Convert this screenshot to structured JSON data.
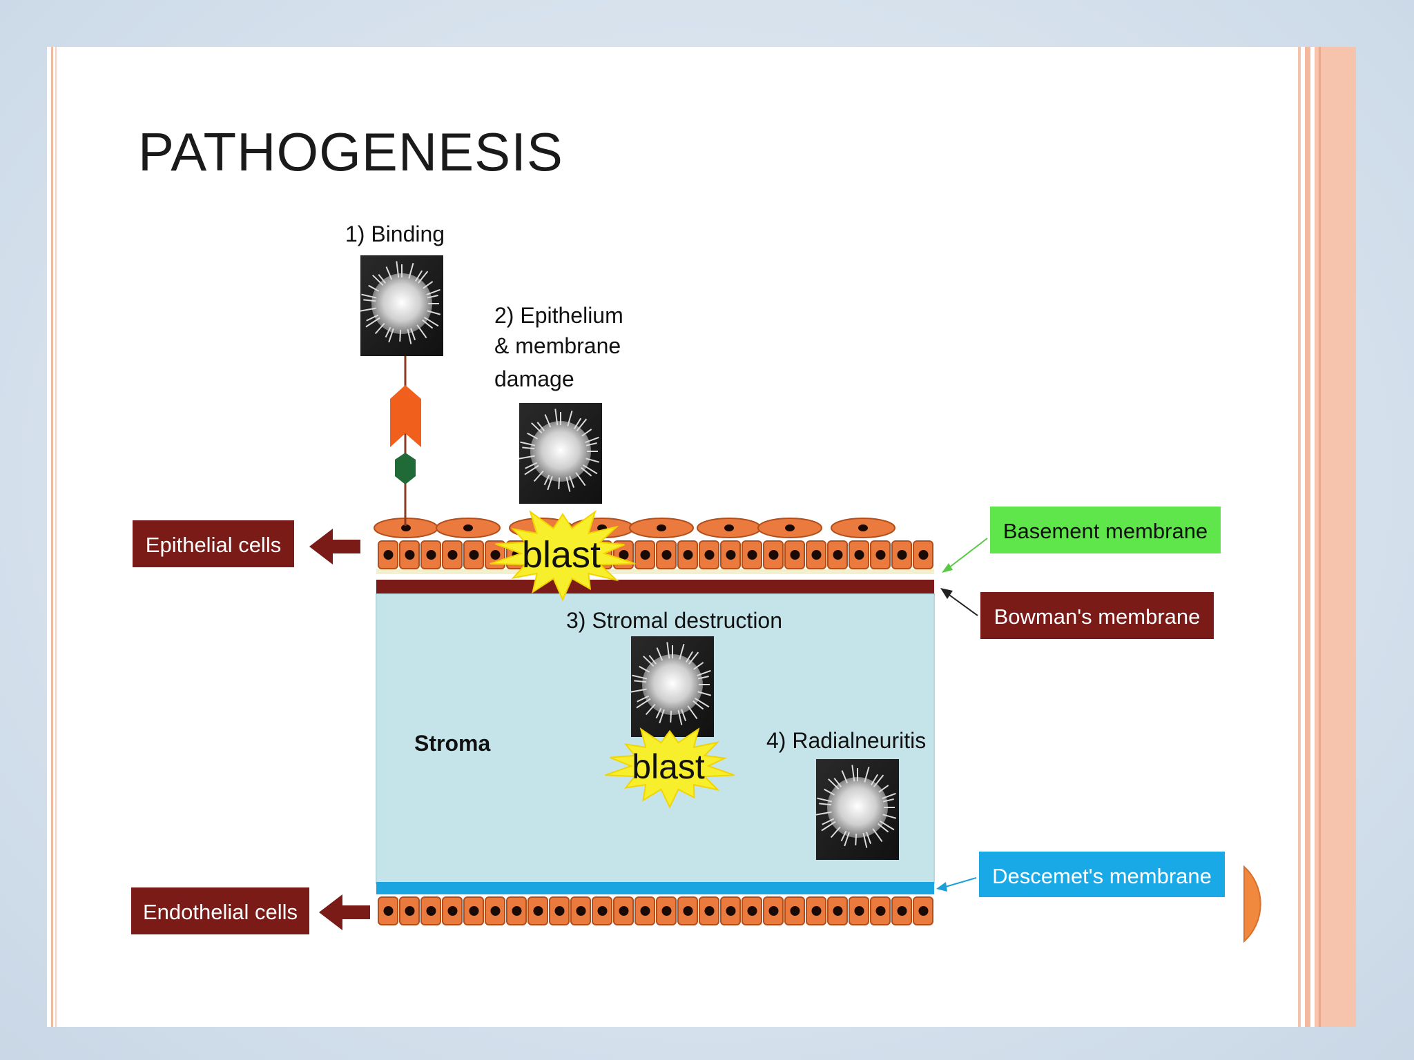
{
  "slide": {
    "title": "PATHOGENESIS"
  },
  "steps": {
    "binding": "1) Binding",
    "damage_line1": "2) Epithelium",
    "damage_line2": "& membrane",
    "damage_line3": "damage",
    "stromal": "3) Stromal destruction",
    "neuritis": "4) Radialneuritis"
  },
  "blast_labels": {
    "top": "blast",
    "stroma": "blast"
  },
  "layers": {
    "stroma": "Stroma",
    "epithelial": "Epithelial cells",
    "endothelial": "Endothelial cells",
    "basement": "Basement membrane",
    "bowman": "Bowman's membrane",
    "descemet": "Descemet's membrane"
  },
  "colors": {
    "stroma": "#c5e4ea",
    "cell_orange": "#ea7a3e",
    "dark_red": "#7a1b17",
    "green_label": "#5ee64a",
    "blue_label": "#18a9e6",
    "blast_yellow": "#f7ee2c",
    "receptor_orange": "#f0601c",
    "receptor_green": "#1f6a36",
    "slide_border": "#f4b79c"
  }
}
